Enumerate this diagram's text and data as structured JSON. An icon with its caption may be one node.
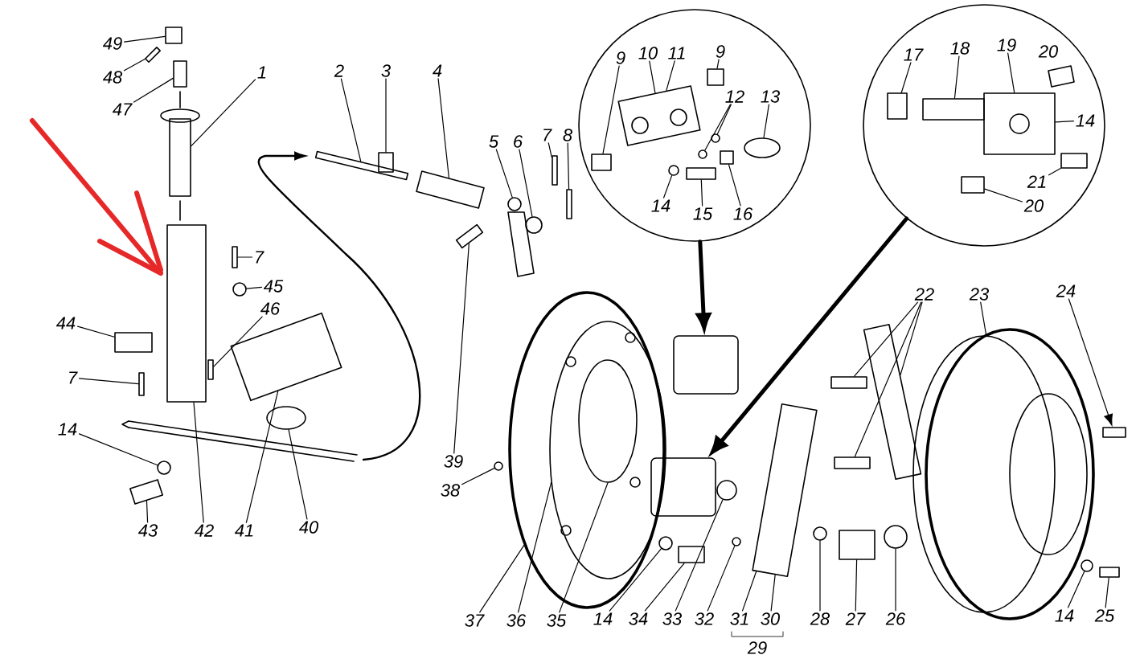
{
  "diagram": {
    "nodes": [
      {
        "text": [
          "49"
        ]
      },
      {
        "text": [
          "48"
        ]
      },
      {
        "text": [
          "47"
        ]
      },
      {
        "text": [
          "1"
        ]
      },
      {
        "text": [
          "2"
        ]
      },
      {
        "text": [
          "3"
        ]
      },
      {
        "text": [
          "4"
        ]
      },
      {
        "text": [],
        "shape": "circle"
      },
      {
        "text": [
          "9"
        ],
        "in": 7
      },
      {
        "text": [
          "10"
        ],
        "in": 7
      },
      {
        "text": [
          "11"
        ],
        "in": 7
      },
      {
        "text": [
          "9"
        ],
        "in": 7
      },
      {
        "text": [
          "12"
        ],
        "in": 7
      },
      {
        "text": [
          "13"
        ],
        "in": 7
      },
      {
        "text": [
          "14"
        ],
        "in": 7
      },
      {
        "text": [
          "15"
        ],
        "in": 7
      },
      {
        "text": [
          "16"
        ],
        "in": 7
      },
      {
        "text": [],
        "shape": "circle"
      },
      {
        "text": [
          "17"
        ],
        "in": 17
      },
      {
        "text": [
          "18"
        ],
        "in": 17
      },
      {
        "text": [
          "19"
        ],
        "in": 17
      },
      {
        "text": [
          "14"
        ],
        "in": 17
      },
      {
        "text": [
          "21"
        ],
        "in": 17
      },
      {
        "text": [
          "20"
        ],
        "in": 17
      },
      {
        "text": [
          "5"
        ]
      },
      {
        "text": [
          "6"
        ]
      },
      {
        "text": [
          "7"
        ]
      },
      {
        "text": [
          "8"
        ]
      },
      {
        "text": [
          "7"
        ]
      },
      {
        "text": [
          "45"
        ]
      },
      {
        "text": [
          "46"
        ]
      },
      {
        "text": [
          "44"
        ]
      },
      {
        "text": [
          "22"
        ]
      },
      {
        "text": [
          "23"
        ]
      },
      {
        "text": [
          "24"
        ]
      },
      {
        "text": [
          "7"
        ]
      },
      {
        "text": [
          "39"
        ]
      },
      {
        "text": [
          "38"
        ]
      },
      {
        "text": [
          "14"
        ]
      },
      {
        "text": [
          "43"
        ]
      },
      {
        "text": [
          "42"
        ]
      },
      {
        "text": [
          "41"
        ]
      },
      {
        "text": [
          "40"
        ]
      },
      {
        "text": [
          "37"
        ]
      },
      {
        "text": [
          "36"
        ]
      },
      {
        "text": [
          "35"
        ]
      },
      {
        "text": [
          "14"
        ]
      },
      {
        "text": [
          "34"
        ]
      },
      {
        "text": [
          "33"
        ]
      },
      {
        "text": [
          "32"
        ]
      },
      {
        "text": [
          "31"
        ]
      },
      {
        "text": [
          "30"
        ]
      },
      {
        "text": [
          "28"
        ]
      },
      {
        "text": [
          "27"
        ]
      },
      {
        "text": [
          "26"
        ]
      },
      {
        "text": [
          "14"
        ]
      },
      {
        "text": [
          "25"
        ]
      },
      {
        "text": [],
        "shape": "box"
      },
      {
        "text": [],
        "shape": "box"
      },
      {
        "text": [],
        "shape": "box"
      },
      {
        "text": [],
        "shape": "box"
      },
      {
        "text": [],
        "shape": "box"
      },
      {
        "text": [],
        "shape": "box"
      },
      {
        "text": [],
        "shape": "box"
      },
      {
        "text": [],
        "shape": "box"
      },
      {
        "text": [],
        "shape": "box"
      },
      {
        "text": [],
        "shape": "box",
        "in": 7
      },
      {
        "text": [],
        "shape": "box",
        "in": 7
      },
      {
        "text": [],
        "shape": "box",
        "in": 7
      },
      {
        "text": [],
        "shape": "circle",
        "in": 7
      },
      {
        "text": [],
        "shape": "circle",
        "in": 7
      },
      {
        "text": [],
        "shape": "ellipse",
        "in": 7
      },
      {
        "text": [],
        "shape": "circle",
        "in": 7
      },
      {
        "text": [],
        "shape": "box",
        "in": 7
      },
      {
        "text": [],
        "shape": "box",
        "in": 7
      },
      {
        "text": [],
        "shape": "box",
        "in": 17
      },
      {
        "text": [],
        "shape": "box",
        "in": 17
      },
      {
        "text": [],
        "shape": "box",
        "in": 17
      },
      {
        "text": [],
        "shape": "box",
        "in": 17
      },
      {
        "text": [],
        "shape": "box",
        "in": 17
      },
      {
        "text": [],
        "shape": "circle"
      },
      {
        "text": [],
        "shape": "circle"
      },
      {
        "text": [],
        "shape": "box"
      },
      {
        "text": [],
        "shape": "box"
      },
      {
        "text": [],
        "shape": "box"
      },
      {
        "text": [],
        "shape": "circle"
      },
      {
        "text": [],
        "shape": "box"
      },
      {
        "text": [],
        "shape": "box"
      },
      {
        "text": [],
        "shape": "box"
      },
      {
        "text": [],
        "shape": "box"
      },
      {
        "text": [],
        "shape": "box"
      },
      {
        "text": [],
        "shape": "ellipse"
      },
      {
        "text": [],
        "shape": "box"
      },
      {
        "text": [],
        "shape": "box"
      },
      {
        "text": [],
        "shape": "box"
      },
      {
        "text": [],
        "shape": "circle"
      },
      {
        "text": [],
        "shape": "circle"
      },
      {
        "text": [],
        "shape": "box"
      },
      {
        "text": [],
        "shape": "box"
      },
      {
        "text": [],
        "shape": "box"
      },
      {
        "text": [],
        "shape": "ellipse"
      },
      {
        "text": [],
        "shape": "ellipse"
      },
      {
        "text": [],
        "shape": "ellipse",
        "in": 101
      },
      {
        "text": [],
        "shape": "ellipse",
        "in": 102
      },
      {
        "text": [],
        "shape": "circle"
      },
      {
        "text": [],
        "shape": "box"
      },
      {
        "text": [],
        "shape": "circle"
      },
      {
        "text": [],
        "shape": "circle"
      },
      {
        "text": [],
        "shape": "box"
      },
      {
        "text": [],
        "shape": "circle"
      },
      {
        "text": [],
        "shape": "box"
      },
      {
        "text": [],
        "shape": "circle"
      },
      {
        "text": [],
        "shape": "circle"
      },
      {
        "text": [],
        "shape": "box"
      }
    ],
    "edges": [
      {
        "from": 0,
        "to": 59,
        "arrow": "none"
      },
      {
        "from": 1,
        "to": 60,
        "arrow": "none"
      },
      {
        "from": 2,
        "to": 61,
        "arrow": "none"
      },
      {
        "from": 3,
        "to": 62,
        "arrow": "none"
      },
      {
        "from": 4,
        "to": 63,
        "arrow": "none"
      },
      {
        "from": 5,
        "to": 64,
        "arrow": "none"
      },
      {
        "from": 6,
        "to": 65,
        "arrow": "none"
      },
      {
        "from": 8,
        "to": 66,
        "arrow": "none"
      },
      {
        "from": 9,
        "to": 67,
        "arrow": "none"
      },
      {
        "from": 10,
        "to": 67,
        "arrow": "none"
      },
      {
        "from": 11,
        "to": 68,
        "arrow": "none"
      },
      {
        "from": 12,
        "to": 69,
        "arrow": "none"
      },
      {
        "from": 12,
        "to": 70,
        "arrow": "none"
      },
      {
        "from": 13,
        "to": 71,
        "arrow": "none"
      },
      {
        "from": 14,
        "to": 72,
        "arrow": "none"
      },
      {
        "from": 15,
        "to": 73,
        "arrow": "none"
      },
      {
        "from": 16,
        "to": 74,
        "arrow": "none"
      },
      {
        "from": 18,
        "to": 75,
        "arrow": "none"
      },
      {
        "from": 19,
        "to": 76,
        "arrow": "none"
      },
      {
        "from": 20,
        "to": 77,
        "arrow": "none"
      },
      {
        "from": 21,
        "to": 77,
        "arrow": "none"
      },
      {
        "from": 22,
        "to": 78,
        "arrow": "none"
      },
      {
        "from": 23,
        "to": 79,
        "arrow": "none"
      },
      {
        "from": 24,
        "to": 80,
        "arrow": "none"
      },
      {
        "from": 25,
        "to": 81,
        "arrow": "none"
      },
      {
        "from": 26,
        "to": 82,
        "arrow": "none"
      },
      {
        "from": 27,
        "to": 83,
        "arrow": "none"
      },
      {
        "from": 28,
        "to": 84,
        "arrow": "none"
      },
      {
        "from": 29,
        "to": 85,
        "arrow": "none"
      },
      {
        "from": 30,
        "to": 86,
        "arrow": "none"
      },
      {
        "from": 31,
        "to": 87,
        "arrow": "none"
      },
      {
        "from": 32,
        "to": 88,
        "arrow": "none"
      },
      {
        "from": 32,
        "to": 89,
        "arrow": "none"
      },
      {
        "from": 32,
        "to": 90,
        "arrow": "none"
      },
      {
        "from": 33,
        "to": 91,
        "arrow": "none"
      },
      {
        "from": 34,
        "to": 92,
        "arrow": "to"
      },
      {
        "from": 35,
        "to": 93,
        "arrow": "none"
      },
      {
        "from": 36,
        "to": 94,
        "arrow": "none"
      },
      {
        "from": 37,
        "to": 95,
        "arrow": "none"
      },
      {
        "from": 38,
        "to": 96,
        "arrow": "none"
      },
      {
        "from": 39,
        "to": 97,
        "arrow": "none"
      },
      {
        "from": 40,
        "to": 98,
        "arrow": "none"
      },
      {
        "from": 41,
        "to": 99,
        "arrow": "none"
      },
      {
        "from": 42,
        "to": 100,
        "arrow": "none"
      },
      {
        "from": 43,
        "to": 101,
        "arrow": "none"
      },
      {
        "from": 44,
        "to": 102,
        "arrow": "none"
      },
      {
        "from": 45,
        "to": 103,
        "arrow": "none"
      },
      {
        "from": 46,
        "to": 104,
        "arrow": "none"
      },
      {
        "from": 47,
        "to": 105,
        "arrow": "none"
      },
      {
        "from": 48,
        "to": 106,
        "arrow": "none"
      },
      {
        "from": 49,
        "to": 107,
        "arrow": "none"
      },
      {
        "from": 50,
        "to": 108,
        "arrow": "none"
      },
      {
        "from": 51,
        "to": 108,
        "arrow": "none"
      },
      {
        "from": 52,
        "to": 109,
        "arrow": "none"
      },
      {
        "from": 53,
        "to": 110,
        "arrow": "none"
      },
      {
        "from": 54,
        "to": 111,
        "arrow": "none"
      },
      {
        "from": 55,
        "to": 112,
        "arrow": "none"
      },
      {
        "from": 56,
        "to": 113,
        "arrow": "none"
      },
      {
        "from": 7,
        "to": 57,
        "arrow": "to",
        "style": "thick"
      },
      {
        "from": 17,
        "to": 58,
        "arrow": "to",
        "style": "thick"
      }
    ],
    "labels": [
      "20",
      "29"
    ]
  }
}
